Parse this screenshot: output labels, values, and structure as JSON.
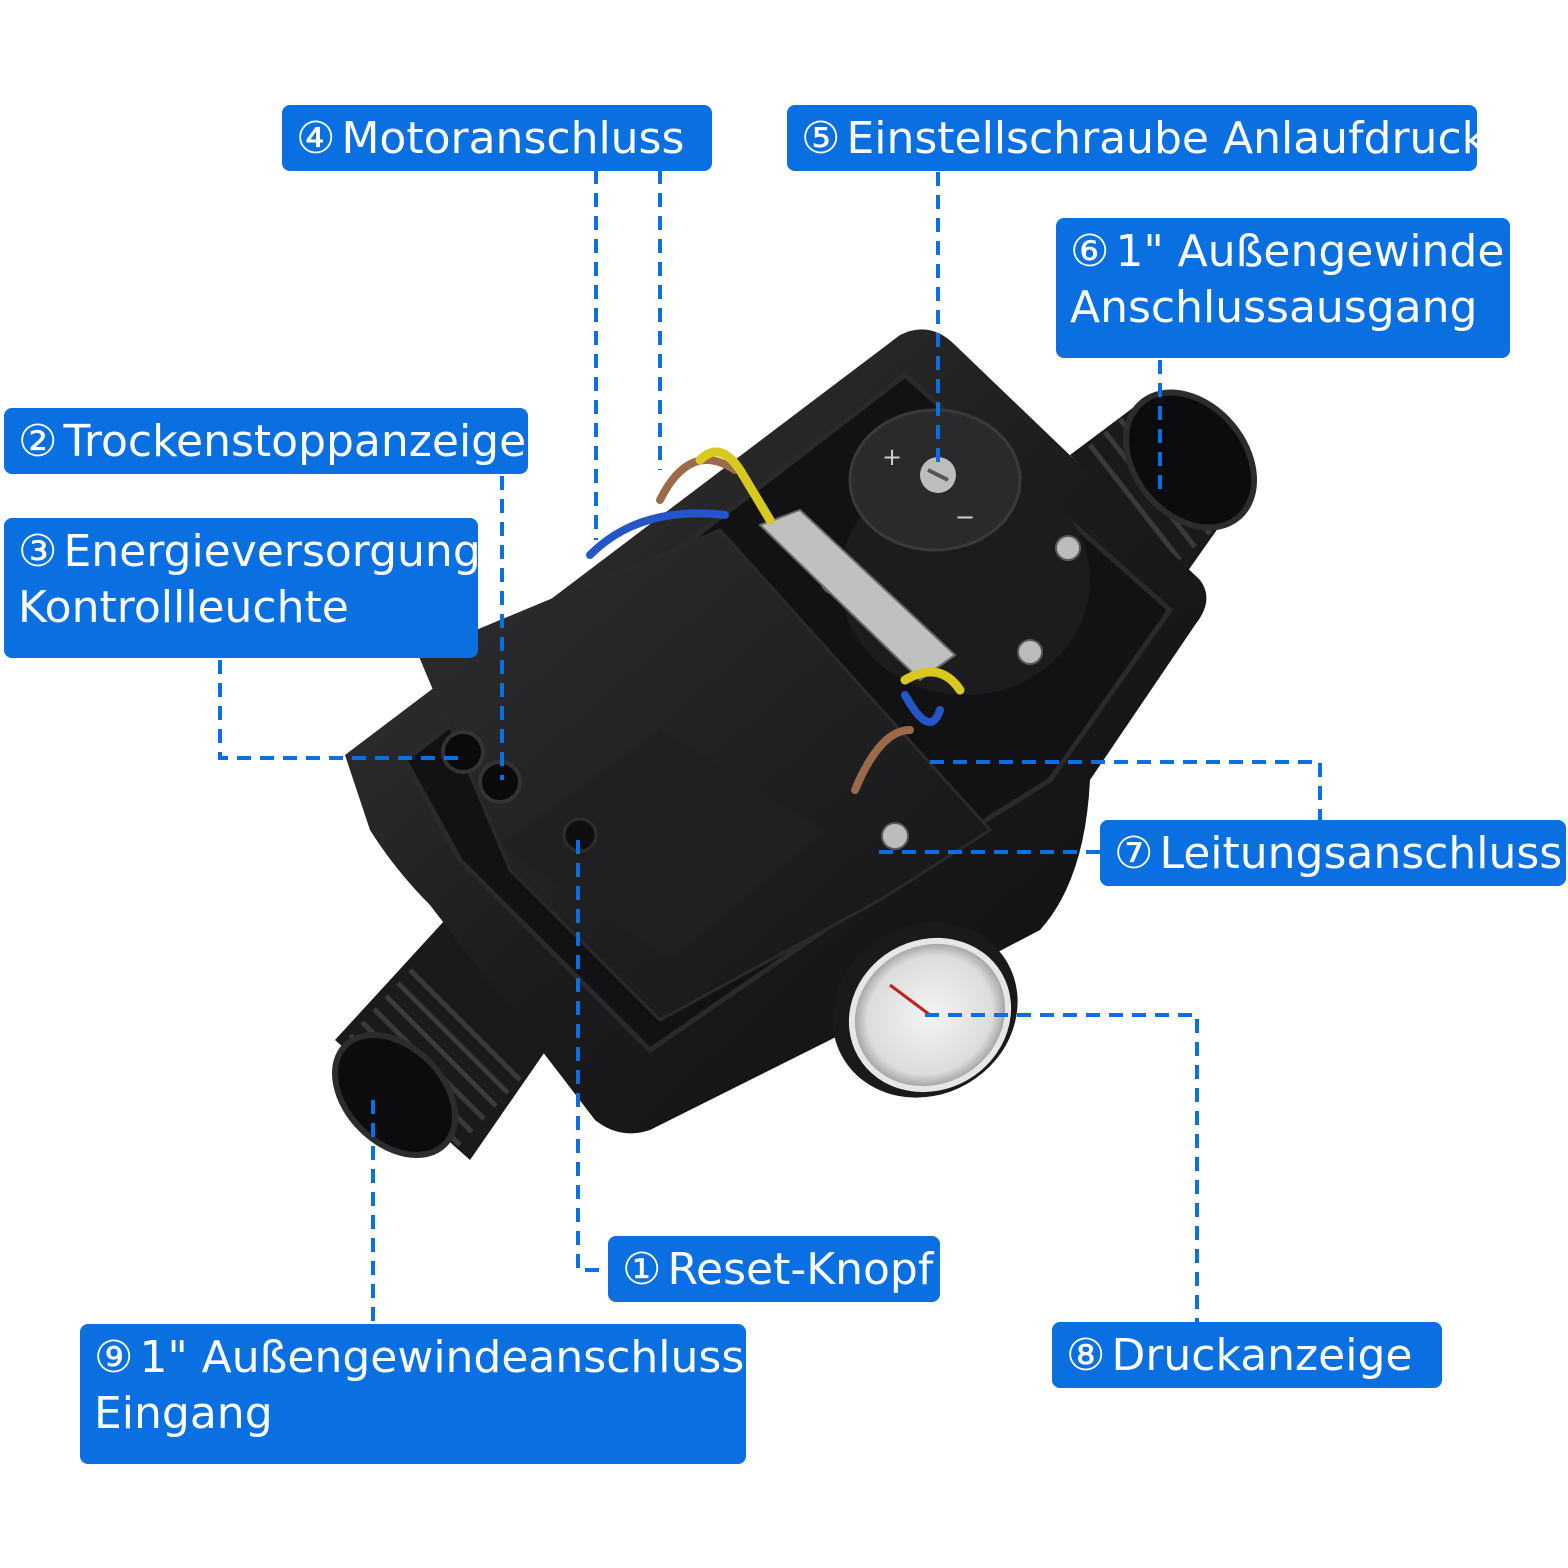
{
  "labels": {
    "l1": {
      "num": "①",
      "text": "Reset-Knopf"
    },
    "l2": {
      "num": "②",
      "text": "Trockenstoppanzeige"
    },
    "l3": {
      "num": "③",
      "line1": "Energieversorgung",
      "line2": "Kontrollleuchte"
    },
    "l4": {
      "num": "④",
      "text": "Motoranschluss"
    },
    "l5": {
      "num": "⑤",
      "text": "Einstellschraube Anlaufdruck"
    },
    "l6": {
      "num": "⑥",
      "line1": "1\" Außengewinde",
      "line2": "Anschlussausgang"
    },
    "l7": {
      "num": "⑦",
      "text": "Leitungsanschluss"
    },
    "l8": {
      "num": "⑧",
      "text": "Druckanzeige"
    },
    "l9": {
      "num": "⑨",
      "line1": "1\" Außengewindeanschluss",
      "line2": "Eingang"
    }
  },
  "colors": {
    "accent": "#0a6fe0",
    "device_body": "#1e1e20",
    "yellow_green_wire": "#d8c820",
    "blue_wire": "#2456c8",
    "brown_wire": "#9a6a4a"
  }
}
